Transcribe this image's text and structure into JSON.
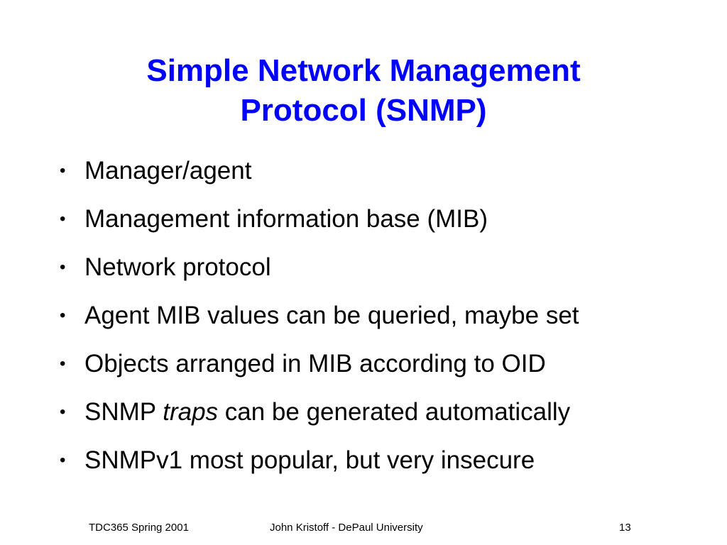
{
  "slide": {
    "title_line1": "Simple Network Management",
    "title_line2": "Protocol (SNMP)",
    "bullet_symbol": "•",
    "bullets": [
      {
        "text": "Manager/agent"
      },
      {
        "text": "Management information base (MIB)"
      },
      {
        "text": "Network protocol"
      },
      {
        "text": "Agent MIB values can be queried, maybe set"
      },
      {
        "text": "Objects arranged in MIB according to OID"
      },
      {
        "prefix": "SNMP ",
        "emphasis": "traps",
        "suffix": " can be generated automatically"
      },
      {
        "text": "SNMPv1 most popular, but very insecure"
      }
    ],
    "footer": {
      "left": "TDC365 Spring 2001",
      "center": "John Kristoff - DePaul University",
      "page_number": "13"
    },
    "colors": {
      "title": "#0000ff",
      "body": "#000000",
      "background": "#ffffff"
    }
  }
}
